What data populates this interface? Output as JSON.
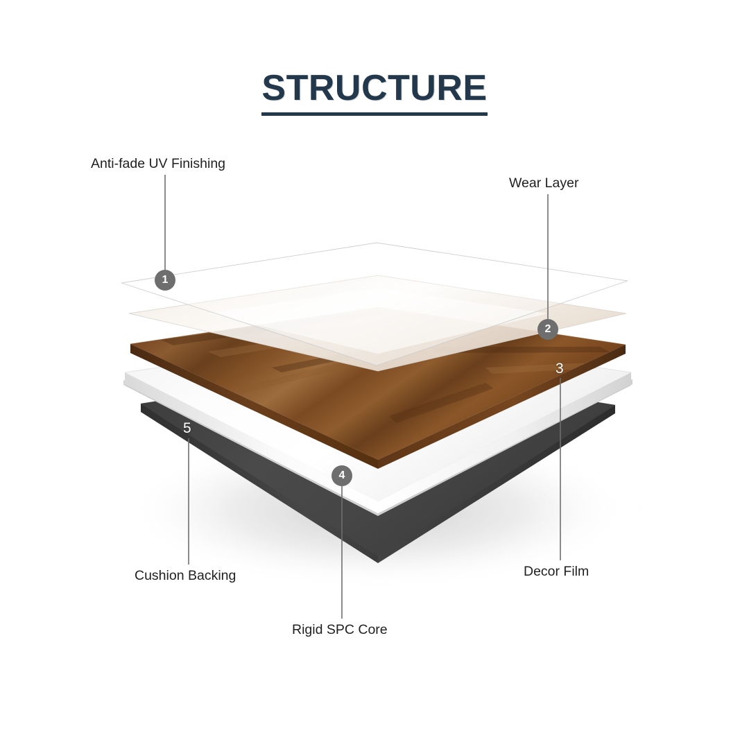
{
  "page": {
    "title": "STRUCTURE",
    "background_color": "#ffffff",
    "title_color": "#23384b"
  },
  "diagram": {
    "type": "exploded-layer-stack",
    "subject": "SPC vinyl flooring plank cross-section",
    "accent_badge_color": "#6e6e6e",
    "layers": [
      {
        "number": "1",
        "label": "Anti-fade UV Finishing",
        "badge_style": "circle",
        "color": "#fcfcfc",
        "description": "topmost translucent sheet"
      },
      {
        "number": "2",
        "label": "Wear Layer",
        "badge_style": "circle",
        "color": "#f7f5f2",
        "description": "translucent sheet below UV finishing"
      },
      {
        "number": "3",
        "label": "Decor Film",
        "badge_style": "plain",
        "color": "#7b4a25",
        "description": "printed wood-grain film"
      },
      {
        "number": "4",
        "label": "Rigid SPC Core",
        "badge_style": "circle",
        "color": "#ffffff",
        "description": "rigid white core board"
      },
      {
        "number": "5",
        "label": "Cushion Backing",
        "badge_style": "plain",
        "color": "#434343",
        "description": "dark charcoal underlayment"
      }
    ]
  }
}
